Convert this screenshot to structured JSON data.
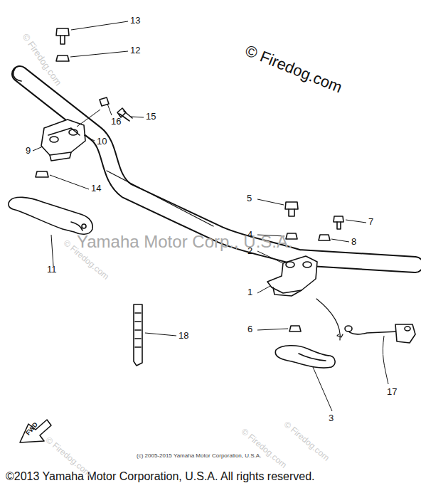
{
  "diagram": {
    "labels": [
      "13",
      "12",
      "15",
      "16",
      "10",
      "9",
      "14",
      "11",
      "5",
      "7",
      "4",
      "8",
      "2",
      "1",
      "6",
      "18",
      "17",
      "3",
      "FWD",
      "© Firedog.com",
      "Yamaha Motor Corp., U.S.A.",
      "(c) 2005-2015 Yamaha Motor Corporation, U.S.A.",
      "©2013 Yamaha Motor Corporation, U.S.A. All rights reserved.",
      "© Firedog.com",
      "© Firedog.com",
      "© Firedog.com",
      "© Firedog.com",
      "© Firedog.com"
    ]
  }
}
